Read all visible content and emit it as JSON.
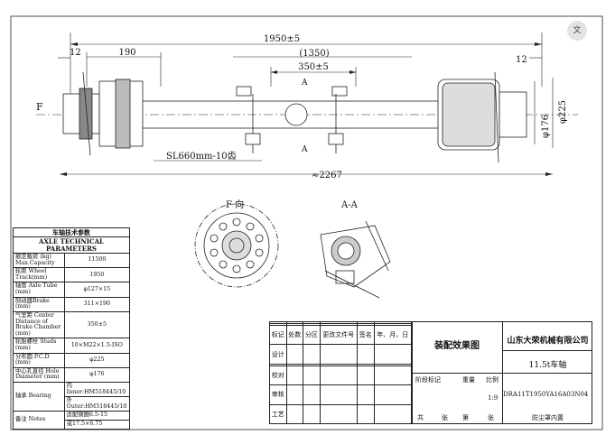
{
  "translate_badge": "文",
  "dims": {
    "total_span": "1950±5",
    "left_offset": "190",
    "left_edge": "12",
    "right_edge": "12",
    "inner_span": "(1350)",
    "chamber_center": "350±5",
    "spline": "SL660mm-10齿",
    "overall_length": "≈2267",
    "dia_176": "φ176",
    "dia_225": "φ225"
  },
  "labels": {
    "side_f": "F",
    "section_a": "A",
    "view_f": "F 向",
    "view_aa": "A-A"
  },
  "spec": {
    "title_cn": "车轴技术参数",
    "title_en": "AXLE TECHNICAL PARAMETERS",
    "rows": [
      {
        "label": "额定载荷 (kg) Max.Capacity",
        "value": "11500"
      },
      {
        "label": "轮距 Wheel Track(mm)",
        "value": "1950"
      },
      {
        "label": "轴管 Axle Tube (mm)",
        "value": "φ127×15"
      },
      {
        "label": "制动器Brake (mm)",
        "value": "311×190"
      },
      {
        "label": "气室距 Center Distance of Brake Chamber (mm)",
        "value": "350±5"
      },
      {
        "label": "轮胎螺栓 Studs (mm)",
        "value": "10×M22×1.5-ISO"
      },
      {
        "label": "分布圆 P.C.D (mm)",
        "value": "φ225"
      },
      {
        "label": "中心孔直径 Hole Diameter (mm)",
        "value": "φ176"
      }
    ],
    "bearing_label": "轴承 Bearing",
    "bearing_inner": "内 Inner:HM518445/10",
    "bearing_outer": "外 Outer:HM518445/10",
    "notes_label": "备注 Notes",
    "notes_1": "适配钢圈6.5-15",
    "notes_2": "或17.5×6.75"
  },
  "title_block": {
    "headers": [
      "标记",
      "处数",
      "分区",
      "更改文件号",
      "签名",
      "年、月、日"
    ],
    "side_labels": [
      "设计",
      "",
      "校对",
      "审核",
      "工艺"
    ],
    "drawing_name": "装配效果图",
    "company": "山东大荣机械有限公司",
    "product": "11.5t车轴",
    "stage_label": "阶段标记",
    "weight_label": "重量",
    "scale_label": "比例",
    "scale_value": "1:9",
    "code": "DRA11T1950YA16A03N04",
    "sheets_total": "共",
    "sheet_no": "张",
    "page_word": "第",
    "sheet_word": "张",
    "note": "防尘罩内置"
  }
}
